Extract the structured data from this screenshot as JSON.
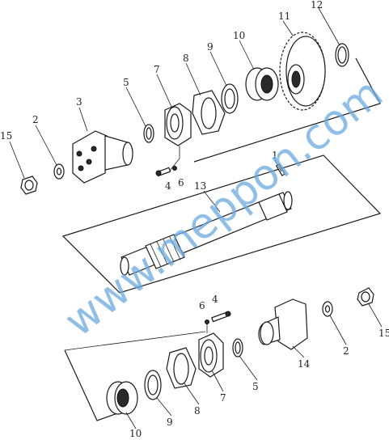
{
  "watermark": "www.meppon.com",
  "callouts": {
    "top": [
      "15",
      "2",
      "3",
      "5",
      "7",
      "8",
      "9",
      "10",
      "11",
      "12",
      "4",
      "6"
    ],
    "middle": [
      "1",
      "13"
    ],
    "bottom": [
      "6",
      "4",
      "2",
      "15",
      "14",
      "5",
      "7",
      "8",
      "9",
      "10"
    ]
  }
}
